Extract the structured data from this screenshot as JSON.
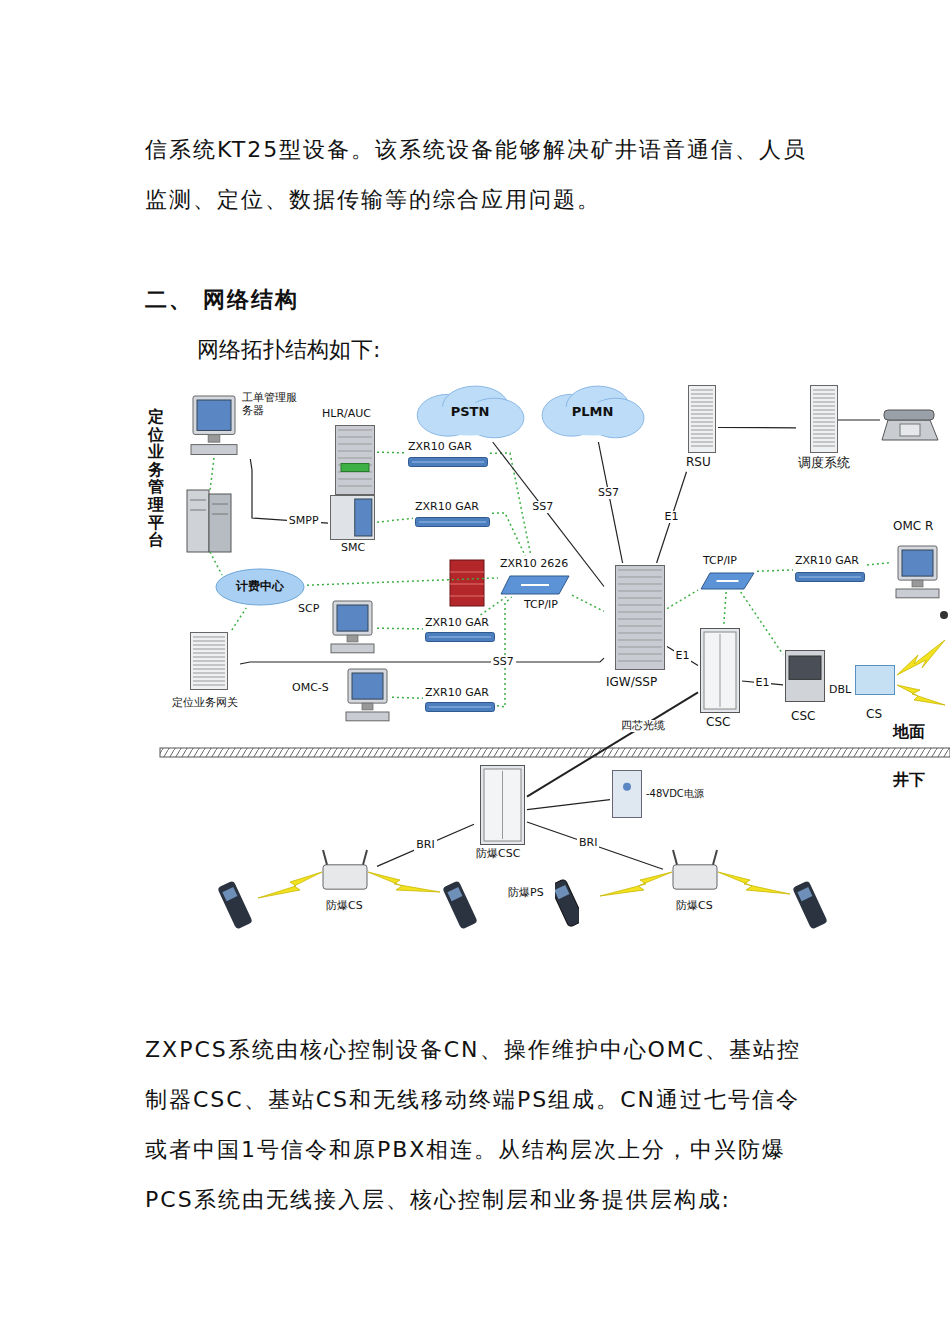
{
  "diagram": {
    "title": "二、 网络结构",
    "nodes": [
      {
        "text": [
          "工单管理服务器"
        ]
      },
      {
        "text": [
          "HLR/AUC"
        ]
      },
      {
        "text": [
          "PSTN"
        ]
      },
      {
        "text": [
          "PLMN"
        ]
      },
      {
        "text": [
          "RSU"
        ]
      },
      {
        "text": [
          "调度系统"
        ]
      },
      {
        "text": [
          "ZXR10 GAR"
        ]
      },
      {
        "text": [
          "SMC"
        ]
      },
      {
        "text": [
          "ZXR10 GAR"
        ]
      },
      {
        "text": [
          "计费中心"
        ]
      },
      {
        "text": [
          "ZXR10 2626"
        ]
      },
      {
        "text": [
          "SCP"
        ]
      },
      {
        "text": [
          "ZXR10 GAR"
        ]
      },
      {
        "text": [
          "定位业务网关"
        ]
      },
      {
        "text": [
          "OMC-S"
        ]
      },
      {
        "text": [
          "ZXR10 GAR"
        ]
      },
      {
        "text": [
          "IGW/SSP"
        ]
      },
      {
        "text": [
          "TCP/IP"
        ]
      },
      {
        "text": [
          "ZXR10 GAR"
        ]
      },
      {
        "text": [
          "OMC R"
        ]
      },
      {
        "text": [
          "CSC"
        ]
      },
      {
        "text": [
          "CSC"
        ]
      },
      {
        "text": [
          "CS"
        ]
      },
      {
        "text": [
          "防爆CSC"
        ]
      },
      {
        "text": [
          "-48VDC电源"
        ]
      },
      {
        "text": [
          "防爆CS"
        ]
      },
      {
        "text": [
          "防爆PS"
        ]
      },
      {
        "text": [
          "防爆CS"
        ]
      }
    ],
    "edges": [
      {
        "from": 0,
        "to": 7,
        "arrow": "none",
        "label": "SMPP"
      },
      {
        "from": 1,
        "to": 6,
        "arrow": "none"
      },
      {
        "from": 7,
        "to": 8,
        "arrow": "none"
      },
      {
        "from": 6,
        "to": 10,
        "arrow": "none"
      },
      {
        "from": 8,
        "to": 10,
        "arrow": "none"
      },
      {
        "from": 9,
        "to": 10,
        "arrow": "none"
      },
      {
        "from": 11,
        "to": 12,
        "arrow": "none"
      },
      {
        "from": 12,
        "to": 10,
        "arrow": "none"
      },
      {
        "from": 14,
        "to": 15,
        "arrow": "none"
      },
      {
        "from": 15,
        "to": 10,
        "arrow": "none"
      },
      {
        "from": 10,
        "to": 16,
        "arrow": "none"
      },
      {
        "from": 2,
        "to": 16,
        "arrow": "none",
        "label": "SS7"
      },
      {
        "from": 3,
        "to": 16,
        "arrow": "none",
        "label": "SS7"
      },
      {
        "from": 4,
        "to": 16,
        "arrow": "none",
        "label": "E1"
      },
      {
        "from": 4,
        "to": 5,
        "arrow": "none"
      },
      {
        "from": 16,
        "to": 20,
        "arrow": "none",
        "label": "E1"
      },
      {
        "from": 16,
        "to": 17,
        "arrow": "none"
      },
      {
        "from": 17,
        "to": 18,
        "arrow": "none"
      },
      {
        "from": 18,
        "to": 19,
        "arrow": "none"
      },
      {
        "from": 17,
        "to": 20,
        "arrow": "none"
      },
      {
        "from": 17,
        "to": 21,
        "arrow": "none"
      },
      {
        "from": 20,
        "to": 21,
        "arrow": "none",
        "label": "E1"
      },
      {
        "from": 21,
        "to": 22,
        "arrow": "none",
        "label": "DBL"
      },
      {
        "from": 13,
        "to": 16,
        "arrow": "none",
        "label": "SS7"
      },
      {
        "from": 13,
        "to": 9,
        "arrow": "none"
      },
      {
        "from": 20,
        "to": 23,
        "arrow": "none",
        "label": "四芯光缆"
      },
      {
        "from": 23,
        "to": 25,
        "arrow": "none",
        "label": "BRI"
      },
      {
        "from": 23,
        "to": 27,
        "arrow": "none",
        "label": "BRI"
      },
      {
        "from": 23,
        "to": 24,
        "arrow": "none"
      }
    ],
    "labels": [
      "信系统KT25型设备。该系统设备能够解决矿井语音通信、人员监测、定位、数据传输等的综合应用问题。",
      "网络拓扑结构如下:",
      "定位业务管理平台",
      "TCP/IP",
      "地面",
      "井下",
      "ZXPCS系统由核心控制设备CN、操作维护中心OMC、基站控制器CSC、基站CS和无线移动终端PS组成。CN通过七号信令或者中国1号信令和原PBX相连。从结构层次上分，中兴防爆PCS系统由无线接入层、核心控制层和业务提供层构成:"
    ]
  }
}
